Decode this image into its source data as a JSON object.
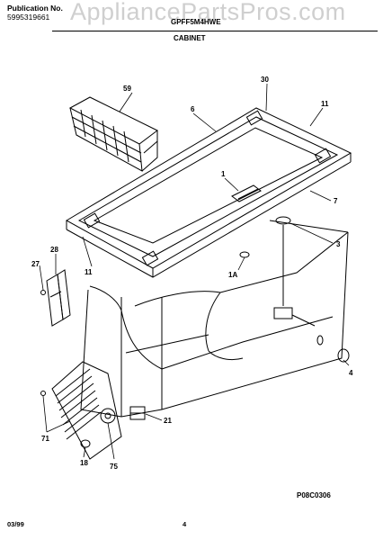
{
  "header": {
    "publication_label": "Publication No.",
    "publication_number": "5995319661",
    "model": "GPFF5M4HWE",
    "section": "CABINET",
    "watermark": "AppliancePartsPros.com"
  },
  "callouts": {
    "basket": "59",
    "lid": "6",
    "lid_top_corner": "30",
    "gasket_right": "11",
    "handle": "1",
    "handle_part": "1A",
    "hinge_bracket": "28",
    "screw": "27",
    "gasket_left": "11",
    "side_bar": "7",
    "drain_cap": "3",
    "drain_plug": "4",
    "control_box": "21",
    "screw_grille": "71",
    "knob": "75",
    "foot": "18"
  },
  "footer": {
    "drawing_code": "P08C0306",
    "date": "03/99",
    "page": "4"
  }
}
